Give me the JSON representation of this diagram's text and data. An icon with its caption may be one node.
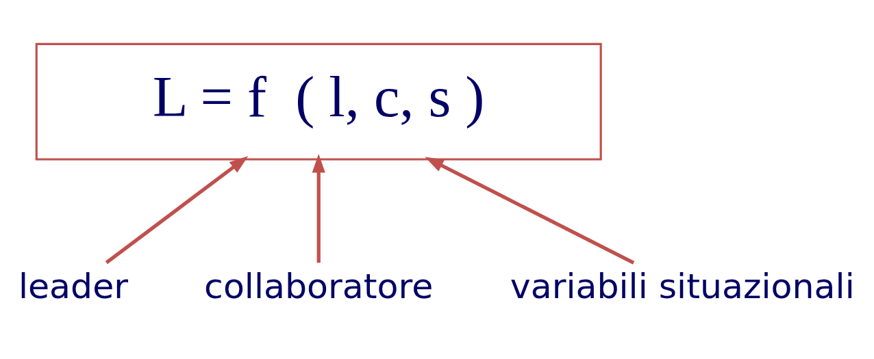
{
  "diagram": {
    "nodes": [
      {
        "text": [
          "L = f  ( l, c, s )"
        ]
      },
      {
        "text": [
          "leader"
        ]
      },
      {
        "text": [
          "collaboratore"
        ]
      },
      {
        "text": [
          "variabili situazionali"
        ]
      }
    ],
    "edges": [
      {
        "from": 1,
        "to": 0,
        "arrow": "to"
      },
      {
        "from": 2,
        "to": 0,
        "arrow": "to"
      },
      {
        "from": 3,
        "to": 0,
        "arrow": "to"
      }
    ]
  }
}
